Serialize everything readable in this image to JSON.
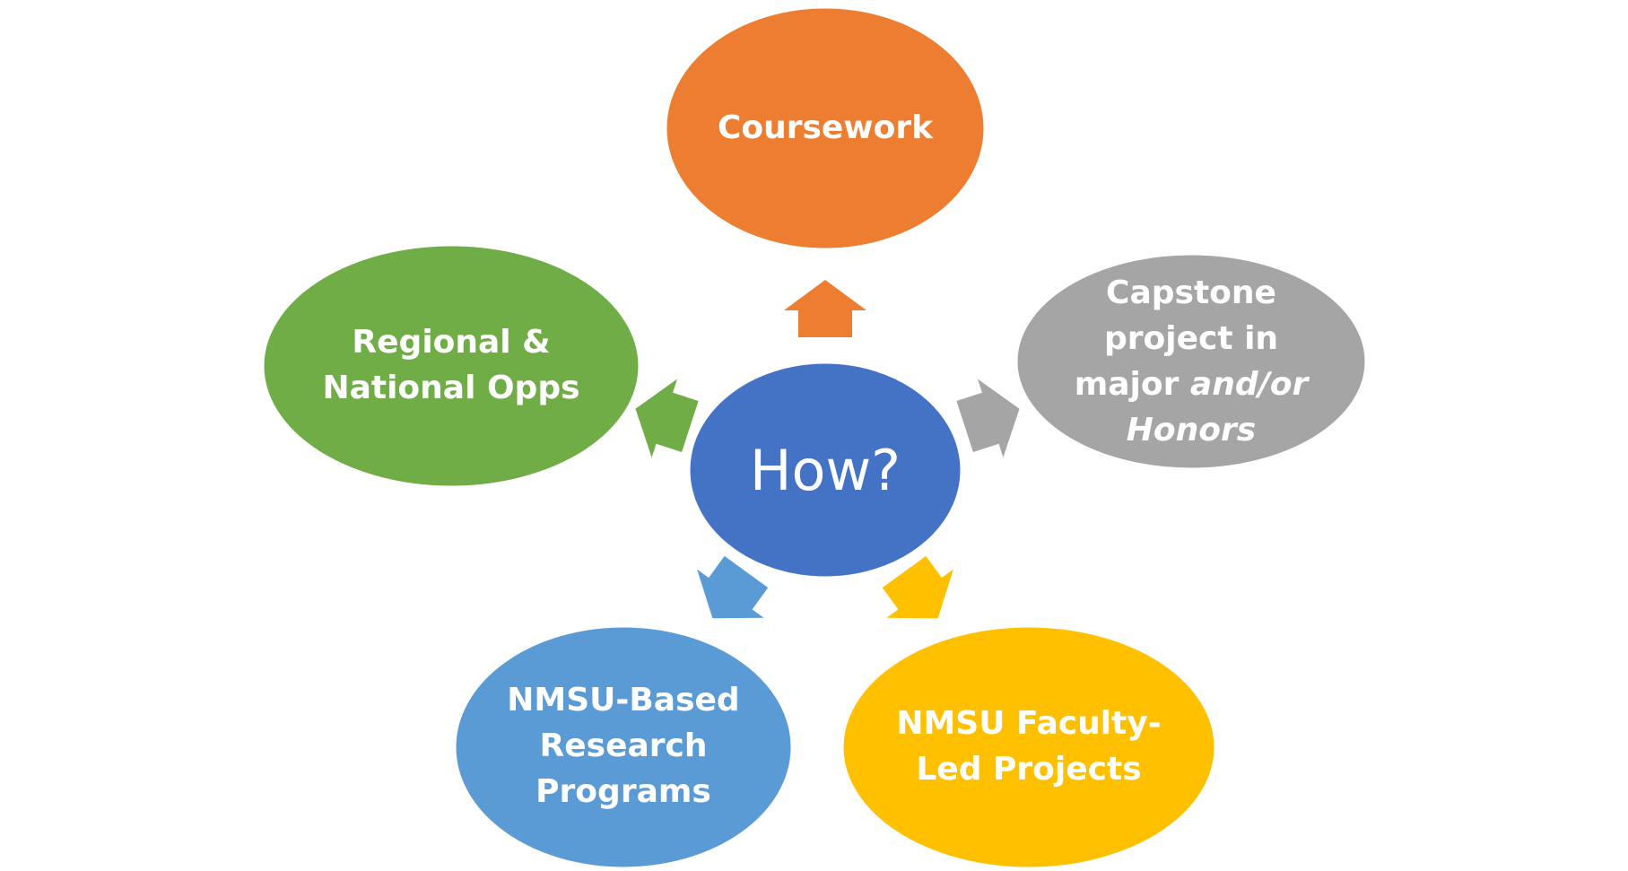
{
  "diagram": {
    "center": {
      "label": "How?",
      "color": "#4472C4"
    },
    "nodes": {
      "coursework": {
        "lines": [
          "Coursework"
        ],
        "color": "#ED7D31"
      },
      "capstone": {
        "line1": "Capstone",
        "line2": "project in",
        "line3_normal": "major ",
        "line3_italic": "and/or",
        "line4_italic": "Honors",
        "color": "#A5A5A5"
      },
      "faculty": {
        "lines": [
          "NMSU Faculty-",
          "Led Projects"
        ],
        "color": "#FFC000"
      },
      "research": {
        "lines": [
          "NMSU-Based",
          "Research",
          "Programs"
        ],
        "color": "#5B9BD5"
      },
      "regional": {
        "lines": [
          "Regional &",
          "National Opps"
        ],
        "color": "#70AD47"
      }
    }
  }
}
